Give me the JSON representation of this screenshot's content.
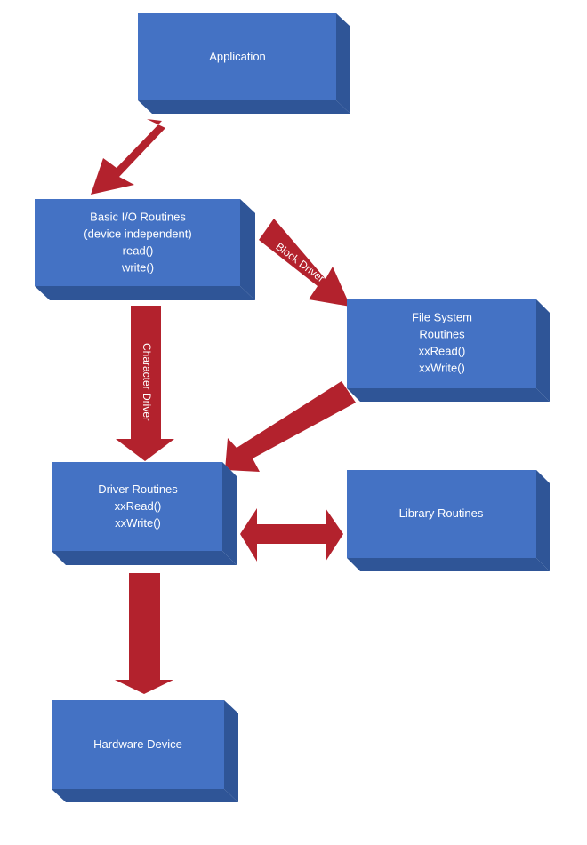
{
  "diagram": {
    "boxes": {
      "application": {
        "lines": [
          "Application"
        ]
      },
      "basic_io": {
        "lines": [
          "Basic I/O Routines",
          "(device independent)",
          "read()",
          "write()"
        ]
      },
      "file_system": {
        "lines": [
          "File System",
          "Routines",
          "xxRead()",
          "xxWrite()"
        ]
      },
      "driver": {
        "lines": [
          "Driver Routines",
          "xxRead()",
          "xxWrite()"
        ]
      },
      "library": {
        "lines": [
          "Library Routines"
        ]
      },
      "hardware": {
        "lines": [
          "Hardware Device"
        ]
      }
    },
    "arrows": {
      "block_driver": "Block Driver",
      "character_driver": "Character Driver"
    }
  },
  "colors": {
    "box_face": "#4472C4",
    "box_side": "#2F5597",
    "box_top": "#8FAADC",
    "arrow": "#B3222D"
  }
}
